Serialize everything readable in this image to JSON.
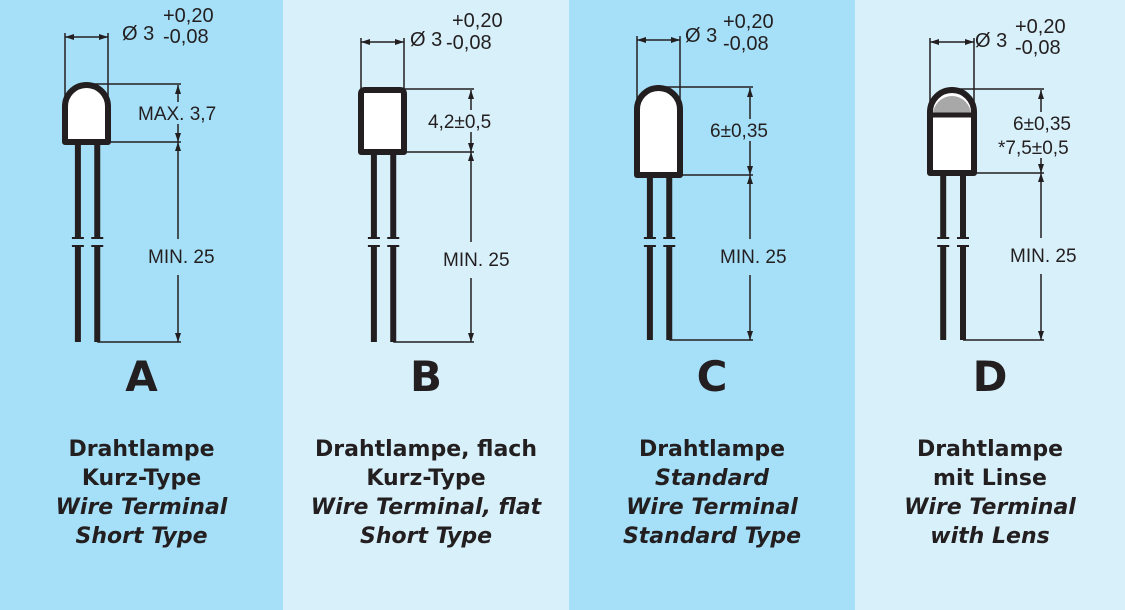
{
  "colors": {
    "panel_dark": "#a6e0f8",
    "panel_light": "#d8f0fa",
    "ink": "#231f20",
    "lens": "#a8a8a8"
  },
  "panels": [
    {
      "letter": "A",
      "diameter": "Ø 3",
      "tol_plus": "+0,20",
      "tol_minus": "-0,08",
      "height_labels": [
        "MAX. 3,7"
      ],
      "lead_label": "MIN. 25",
      "caption": [
        "Drahtlampe",
        "Kurz-Type",
        "Wire Terminal",
        "Short Type"
      ]
    },
    {
      "letter": "B",
      "diameter": "Ø 3",
      "tol_plus": "+0,20",
      "tol_minus": "-0,08",
      "height_labels": [
        "4,2±0,5"
      ],
      "lead_label": "MIN. 25",
      "caption": [
        "Drahtlampe, flach",
        "Kurz-Type",
        "Wire Terminal, flat",
        "Short Type"
      ]
    },
    {
      "letter": "C",
      "diameter": "Ø 3",
      "tol_plus": "+0,20",
      "tol_minus": "-0,08",
      "height_labels": [
        "6±0,35"
      ],
      "lead_label": "MIN. 25",
      "caption": [
        "Drahtlampe",
        "Standard",
        "Wire Terminal",
        "Standard Type"
      ]
    },
    {
      "letter": "D",
      "diameter": "Ø 3",
      "tol_plus": "+0,20",
      "tol_minus": "-0,08",
      "height_labels": [
        "6±0,35",
        "*7,5±0,5"
      ],
      "lead_label": "MIN. 25",
      "caption": [
        "Drahtlampe",
        "mit Linse",
        "Wire Terminal",
        "with Lens"
      ]
    }
  ]
}
